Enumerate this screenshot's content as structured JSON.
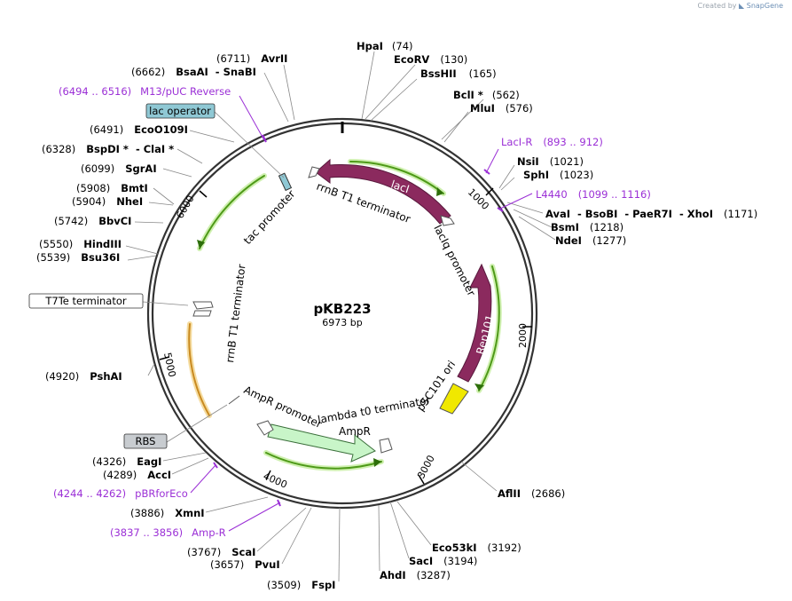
{
  "credit": {
    "prefix": "Created by",
    "brand": "SnapGene"
  },
  "plasmid": {
    "name": "pKB223",
    "size_label": "6973 bp",
    "length_bp": 6973
  },
  "ticks": [
    "1000",
    "2000",
    "3000",
    "4000",
    "5000",
    "6000"
  ],
  "sites": [
    {
      "name": "HpaI",
      "pos": "(74)"
    },
    {
      "name": "EcoRV",
      "pos": "(130)"
    },
    {
      "name": "BssHII",
      "pos": "(165)"
    },
    {
      "name": "BclI *",
      "pos": "(562)"
    },
    {
      "name": "MluI",
      "pos": "(576)"
    },
    {
      "name": "NsiI",
      "pos": "(1021)"
    },
    {
      "name": "SphI",
      "pos": "(1023)"
    },
    {
      "name": "AvaI  - BsoBI  - PaeR7I  - XhoI",
      "pos": "(1171)"
    },
    {
      "name": "BsmI",
      "pos": "(1218)"
    },
    {
      "name": "NdeI",
      "pos": "(1277)"
    },
    {
      "name": "AflII",
      "pos": "(2686)"
    },
    {
      "name": "Eco53kI",
      "pos": "(3192)"
    },
    {
      "name": "SacI",
      "pos": "(3194)"
    },
    {
      "name": "AhdI",
      "pos": "(3287)"
    },
    {
      "name": "FspI",
      "pos": "(3509)"
    },
    {
      "name": "PvuI",
      "pos": "(3657)"
    },
    {
      "name": "ScaI",
      "pos": "(3767)"
    },
    {
      "name": "XmnI",
      "pos": "(3886)"
    },
    {
      "name": "AccI",
      "pos": "(4289)"
    },
    {
      "name": "EagI",
      "pos": "(4326)"
    },
    {
      "name": "PshAI",
      "pos": "(4920)"
    },
    {
      "name": "Bsu36I",
      "pos": "(5539)"
    },
    {
      "name": "HindIII",
      "pos": "(5550)"
    },
    {
      "name": "BbvCI",
      "pos": "(5742)"
    },
    {
      "name": "NheI",
      "pos": "(5904)"
    },
    {
      "name": "BmtI",
      "pos": "(5908)"
    },
    {
      "name": "SgrAI",
      "pos": "(6099)"
    },
    {
      "name": "BspDI *  - ClaI *",
      "pos": "(6328)"
    },
    {
      "name": "EcoO109I",
      "pos": "(6491)"
    },
    {
      "name": "BsaAI  - SnaBI",
      "pos": "(6662)"
    },
    {
      "name": "AvrII",
      "pos": "(6711)"
    }
  ],
  "primers": [
    {
      "name": "M13/pUC Reverse",
      "range": "(6494 .. 6516)"
    },
    {
      "name": "LacI-R",
      "range": "(893 .. 912)"
    },
    {
      "name": "L4440",
      "range": "(1099 .. 1116)"
    },
    {
      "name": "pBRforEco",
      "range": "(4244 .. 4262)"
    },
    {
      "name": "Amp-R",
      "range": "(3837 .. 3856)"
    }
  ],
  "boxed_features": [
    {
      "name": "lac operator",
      "color": "#8fc8d4"
    },
    {
      "name": "T7Te terminator",
      "color": "#ffffff"
    },
    {
      "name": "RBS",
      "color": "#c8ccd0"
    }
  ],
  "features": [
    {
      "name": "lacI",
      "color": "#8b2a5e"
    },
    {
      "name": "Rep101",
      "color": "#8b2a5e"
    },
    {
      "name": "AmpR",
      "color": "#c8f5c8"
    },
    {
      "name": "pSC101 ori",
      "color": "#f0e800"
    },
    {
      "name": "lacIq promoter",
      "color": "#ffffff"
    },
    {
      "name": "rrnB T1 terminator",
      "color": "#ffffff"
    },
    {
      "name": "tac promoter",
      "color": "#ffffff"
    },
    {
      "name": "AmpR promoter",
      "color": "#ffffff"
    },
    {
      "name": "lambda t0 terminator",
      "color": "#ffffff"
    },
    {
      "name": "rrnB T1 terminator",
      "color": "#ffffff"
    }
  ],
  "colors": {
    "backbone": "#333333",
    "primer": "#9b30d6",
    "orf_green": "#5aaa1e",
    "orf_orange": "#e6a040"
  }
}
